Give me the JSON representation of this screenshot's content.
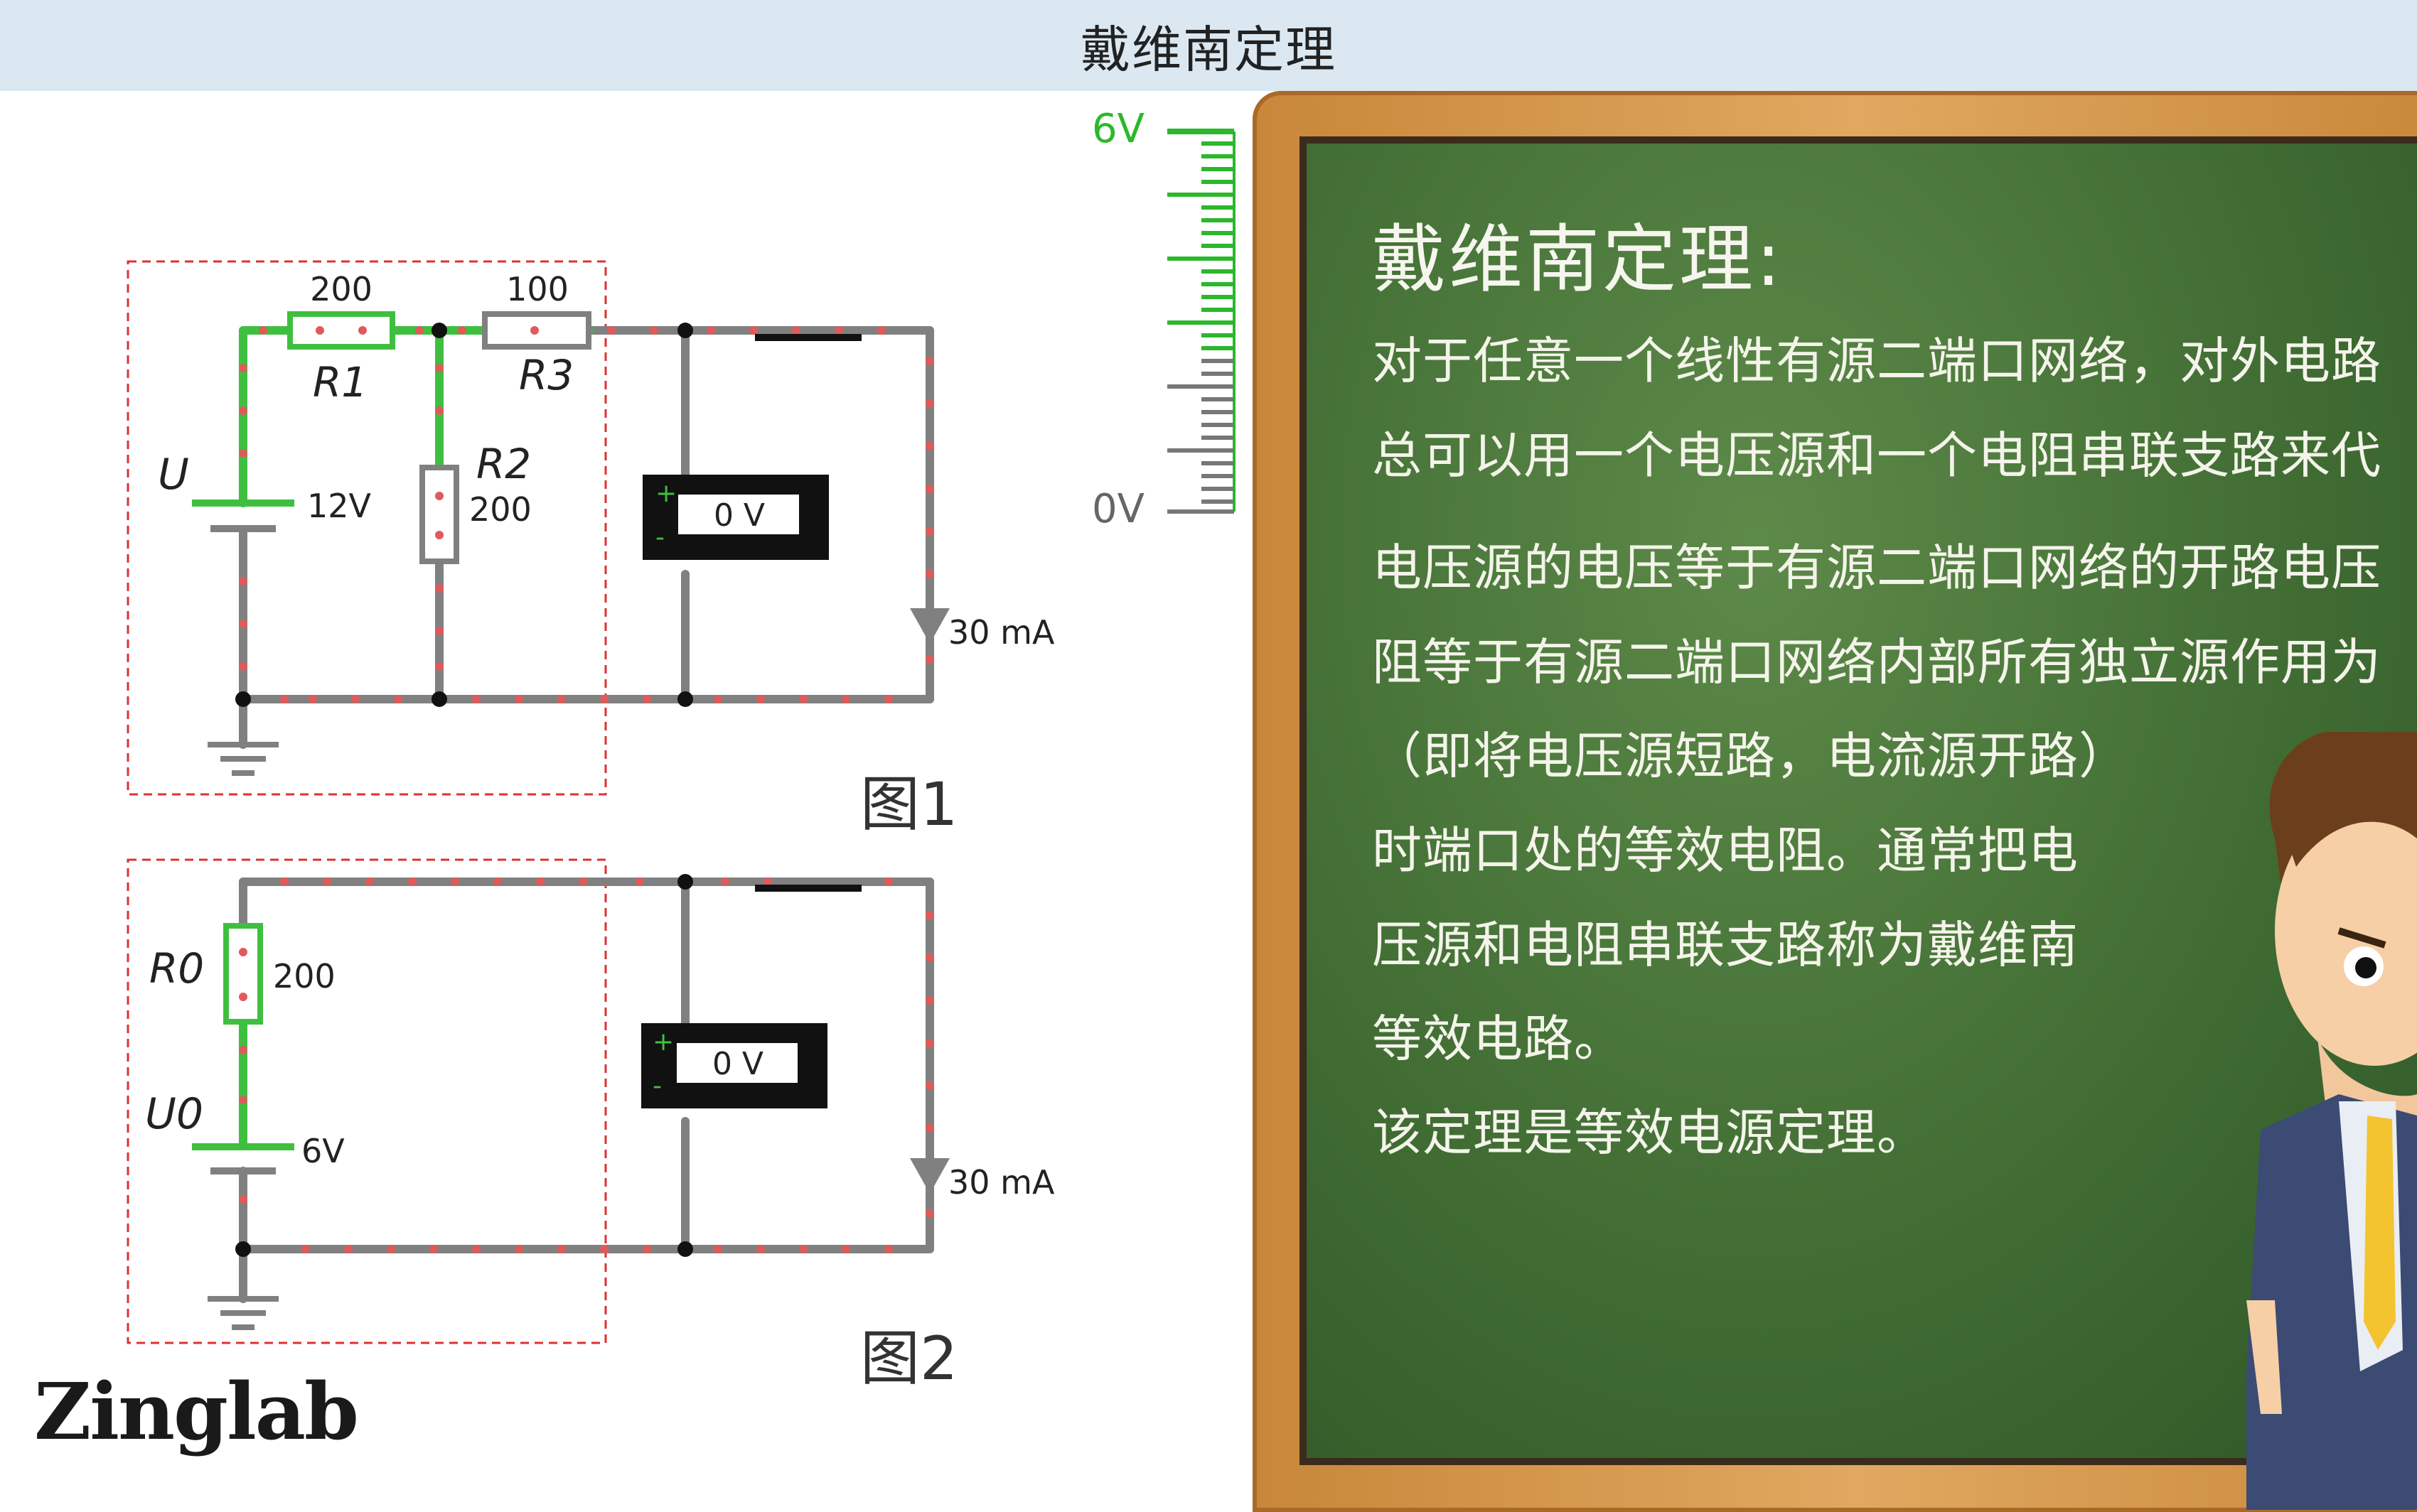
{
  "window": {
    "title": "戴维南定理"
  },
  "figure1": {
    "caption": "图1",
    "r1_value": "200",
    "r1_label": "R1",
    "r3_value": "100",
    "r3_label": "R3",
    "r2_label": "R2",
    "r2_value": "200",
    "source_label": "U",
    "source_value": "12V",
    "voltmeter_reading": "0 V",
    "ammeter_reading": "30 mA"
  },
  "figure2": {
    "caption": "图2",
    "r0_label": "R0",
    "r0_value": "200",
    "source_label": "U0",
    "source_value": "6V",
    "voltmeter_reading": "0 V",
    "ammeter_reading": "30 mA"
  },
  "meter": {
    "top_label": "6V",
    "bottom_label": "0V"
  },
  "blackboard": {
    "heading": "戴维南定理:",
    "lines": [
      "对于任意一个线性有源二端口网络，对外电路",
      "总可以用一个电压源和一个电阻串联支路来代",
      "电压源的电压等于有源二端口网络的开路电压",
      "阻等于有源二端口网络内部所有独立源作用为",
      "（即将电压源短路，电流源开路）",
      "时端口处的等效电阻。通常把电",
      "压源和电阻串联支路称为戴维南",
      "等效电路。",
      "该定理是等效电源定理。"
    ]
  },
  "branding": {
    "logo_text": "Zinglab"
  },
  "colors": {
    "wire_active": "#3fbf3f",
    "wire_idle": "#808080",
    "dot": "#e05a5a",
    "meter_green": "#2bb82b",
    "dashed_box": "#e03030"
  }
}
